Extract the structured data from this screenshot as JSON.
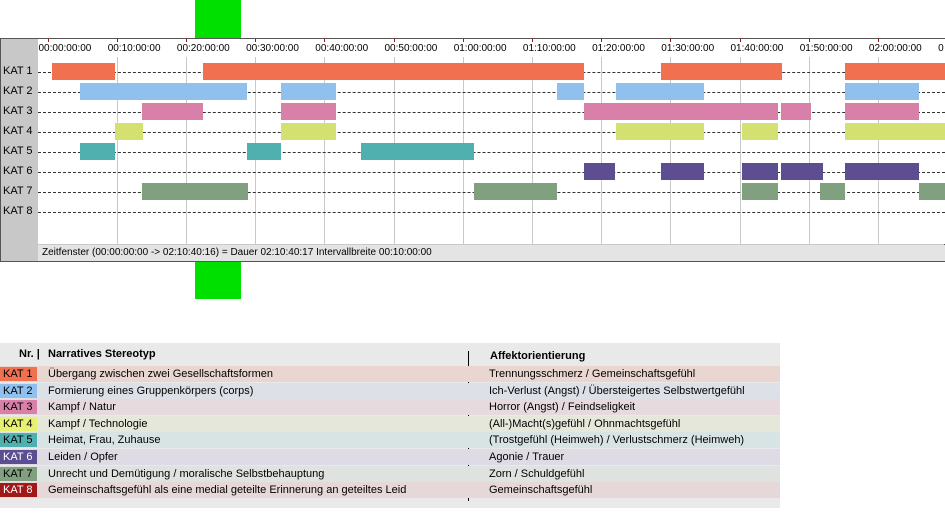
{
  "timeline": {
    "tick_labels": [
      "00:00:00:00",
      "00:10:00:00",
      "00:20:00:00",
      "00:30:00:00",
      "00:40:00:00",
      "00:50:00:00",
      "01:00:00:00",
      "01:10:00:00",
      "01:20:00:00",
      "01:30:00:00",
      "01:40:00:00",
      "01:50:00:00",
      "02:00:00:00",
      "0"
    ],
    "rows": [
      "KAT 1",
      "KAT 2",
      "KAT 3",
      "KAT 4",
      "KAT 5",
      "KAT 6",
      "KAT 7",
      "KAT 8"
    ],
    "status_text": "Zeitfenster (00:00:00:00 -> 02:10:40:16) = Dauer 02:10:40:17    Intervallbreite 00:10:00:00"
  },
  "chart_data": {
    "type": "gantt",
    "x_unit": "minutes",
    "xlim": [
      0,
      130.7
    ],
    "categories": [
      "KAT 1",
      "KAT 2",
      "KAT 3",
      "KAT 4",
      "KAT 5",
      "KAT 6",
      "KAT 7",
      "KAT 8"
    ],
    "colors": {
      "KAT 1": "#f07050",
      "KAT 2": "#90c0ee",
      "KAT 3": "#d880a8",
      "KAT 4": "#d4e070",
      "KAT 5": "#50b0b0",
      "KAT 6": "#5c4e90",
      "KAT 7": "#80a080",
      "KAT 8": "#a01818"
    },
    "segments": [
      {
        "cat": "KAT 1",
        "start": 0.6,
        "end": 9.8
      },
      {
        "cat": "KAT 1",
        "start": 22.4,
        "end": 77.5
      },
      {
        "cat": "KAT 1",
        "start": 88.7,
        "end": 106.2
      },
      {
        "cat": "KAT 1",
        "start": 115.2,
        "end": 130.7
      },
      {
        "cat": "KAT 2",
        "start": 4.7,
        "end": 28.8
      },
      {
        "cat": "KAT 2",
        "start": 33.8,
        "end": 41.7
      },
      {
        "cat": "KAT 2",
        "start": 73.6,
        "end": 77.6
      },
      {
        "cat": "KAT 2",
        "start": 82.1,
        "end": 94.9
      },
      {
        "cat": "KAT 2",
        "start": 115.2,
        "end": 126.0
      },
      {
        "cat": "KAT 3",
        "start": 13.6,
        "end": 22.4
      },
      {
        "cat": "KAT 3",
        "start": 33.8,
        "end": 41.7
      },
      {
        "cat": "KAT 3",
        "start": 77.5,
        "end": 105.6
      },
      {
        "cat": "KAT 3",
        "start": 106.0,
        "end": 110.3
      },
      {
        "cat": "KAT 3",
        "start": 115.2,
        "end": 126.0
      },
      {
        "cat": "KAT 4",
        "start": 9.8,
        "end": 13.8
      },
      {
        "cat": "KAT 4",
        "start": 33.8,
        "end": 41.7
      },
      {
        "cat": "KAT 4",
        "start": 82.1,
        "end": 94.9
      },
      {
        "cat": "KAT 4",
        "start": 100.3,
        "end": 105.6
      },
      {
        "cat": "KAT 4",
        "start": 115.2,
        "end": 130.7
      },
      {
        "cat": "KAT 5",
        "start": 4.7,
        "end": 9.8
      },
      {
        "cat": "KAT 5",
        "start": 28.8,
        "end": 33.8
      },
      {
        "cat": "KAT 5",
        "start": 45.3,
        "end": 61.7
      },
      {
        "cat": "KAT 6",
        "start": 77.5,
        "end": 82.0
      },
      {
        "cat": "KAT 6",
        "start": 88.7,
        "end": 94.9
      },
      {
        "cat": "KAT 6",
        "start": 100.3,
        "end": 105.6
      },
      {
        "cat": "KAT 6",
        "start": 106.0,
        "end": 112.0
      },
      {
        "cat": "KAT 6",
        "start": 115.2,
        "end": 126.0
      },
      {
        "cat": "KAT 7",
        "start": 13.6,
        "end": 29.0
      },
      {
        "cat": "KAT 7",
        "start": 61.7,
        "end": 73.6
      },
      {
        "cat": "KAT 7",
        "start": 100.3,
        "end": 105.6
      },
      {
        "cat": "KAT 7",
        "start": 111.6,
        "end": 115.3
      },
      {
        "cat": "KAT 7",
        "start": 126.0,
        "end": 130.7
      }
    ]
  },
  "legend": {
    "col_nr": "Nr. |",
    "col_stereotype": "Narratives Stereotyp",
    "col_affect": "Affektorientierung",
    "rows": [
      {
        "kat": "KAT 1",
        "stereotype": "Übergang zwischen zwei Gesellschaftsformen",
        "affect": "Trennungsschmerz / Gemeinschaftsgefühl",
        "color": "#f07050",
        "bg": "#e9d6d1",
        "text_color": "#000000"
      },
      {
        "kat": "KAT 2",
        "stereotype": "Formierung eines Gruppenkörpers (corps)",
        "affect": "Ich-Verlust (Angst) / Übersteigertes Selbstwertgefühl",
        "color": "#90c0ee",
        "bg": "#dde1e7",
        "text_color": "#000000"
      },
      {
        "kat": "KAT 3",
        "stereotype": "Kampf / Natur",
        "affect": "Horror (Angst) / Feindseligkeit",
        "color": "#d880a8",
        "bg": "#e6dadf",
        "text_color": "#000000"
      },
      {
        "kat": "KAT 4",
        "stereotype": "Kampf / Technologie",
        "affect": "(All-)Macht(s)gefühl / Ohnmachtsgefühl",
        "color": "#e8f070",
        "bg": "#e4e7d9",
        "text_color": "#000000"
      },
      {
        "kat": "KAT 5",
        "stereotype": "Heimat, Frau, Zuhause",
        "affect": "(Trostgefühl (Heimweh) / Verlustschmerz (Heimweh)",
        "color": "#50b0b0",
        "bg": "#d8e3e3",
        "text_color": "#000000"
      },
      {
        "kat": "KAT 6",
        "stereotype": "Leiden / Opfer",
        "affect": "Agonie / Trauer",
        "color": "#5c4e90",
        "bg": "#dedbe4",
        "text_color": "#ffffff"
      },
      {
        "kat": "KAT 7",
        "stereotype": "Unrecht und Demütigung / moralische Selbstbehauptung",
        "affect": "Zorn / Schuldgefühl",
        "color": "#80a080",
        "bg": "#dfe3df",
        "text_color": "#000000"
      },
      {
        "kat": "KAT 8",
        "stereotype": "Gemeinschaftsgefühl als eine medial geteilte Erinnerung an geteiltes Leid",
        "affect": "Gemeinschaftsgefühl",
        "color": "#a01818",
        "bg": "#e6d8d8",
        "text_color": "#ffffff"
      }
    ]
  }
}
